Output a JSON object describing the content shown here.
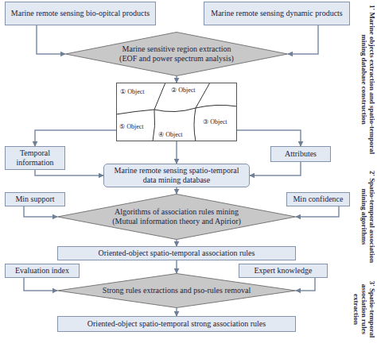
{
  "diagram": {
    "nodes": [
      {
        "text": [
          "Marine remote sensing bio-opitcal products"
        ]
      },
      {
        "text": [
          "Marine remote sensing dynamic products"
        ]
      },
      {
        "text": [
          "Marine sensitive region extraction (EOF and power spectrum analysis)"
        ]
      },
      {
        "text": [
          "① Object",
          "② Object",
          "③ Object",
          "④ Object",
          "⑤ Object"
        ]
      },
      {
        "text": [
          "Temporal information"
        ]
      },
      {
        "text": [
          "Attributes"
        ]
      },
      {
        "text": [
          "Marine remote sensing spatio-temporal data mining database"
        ]
      },
      {
        "text": [
          "Min support"
        ]
      },
      {
        "text": [
          "Min confidence"
        ]
      },
      {
        "text": [
          "Algorithms of association rules mining (Mutual information theory and Apirior)"
        ]
      },
      {
        "text": [
          "Oriented-object spatio-temporal association rules"
        ]
      },
      {
        "text": [
          "Evaluation index"
        ]
      },
      {
        "text": [
          "Expert knowledge"
        ]
      },
      {
        "text": [
          "Strong rules extractions and pso-rules removal"
        ]
      },
      {
        "text": [
          "Oriented-object spatio-temporal strong association rules"
        ]
      }
    ],
    "edges": [
      {
        "from": 0,
        "to": 2,
        "arrow": "to"
      },
      {
        "from": 1,
        "to": 2,
        "arrow": "to"
      },
      {
        "from": 2,
        "to": 3,
        "arrow": "to"
      },
      {
        "from": 3,
        "to": 4,
        "arrow": "to"
      },
      {
        "from": 3,
        "to": 5,
        "arrow": "to"
      },
      {
        "from": 3,
        "to": 6,
        "arrow": "to"
      },
      {
        "from": 4,
        "to": 6,
        "arrow": "to"
      },
      {
        "from": 5,
        "to": 6,
        "arrow": "to"
      },
      {
        "from": 6,
        "to": 9,
        "arrow": "to"
      },
      {
        "from": 7,
        "to": 9,
        "arrow": "to"
      },
      {
        "from": 8,
        "to": 9,
        "arrow": "to"
      },
      {
        "from": 9,
        "to": 10,
        "arrow": "to"
      },
      {
        "from": 10,
        "to": 13,
        "arrow": "to"
      },
      {
        "from": 11,
        "to": 13,
        "arrow": "to"
      },
      {
        "from": 12,
        "to": 13,
        "arrow": "to"
      },
      {
        "from": 13,
        "to": 14,
        "arrow": "to"
      }
    ],
    "labels": [
      "1' Marine objects extraction and spatio-temporal mining database construction",
      "2' Spatio-temporal association mining algorithms",
      "3' Spatio-temporal association rules extraction"
    ]
  }
}
